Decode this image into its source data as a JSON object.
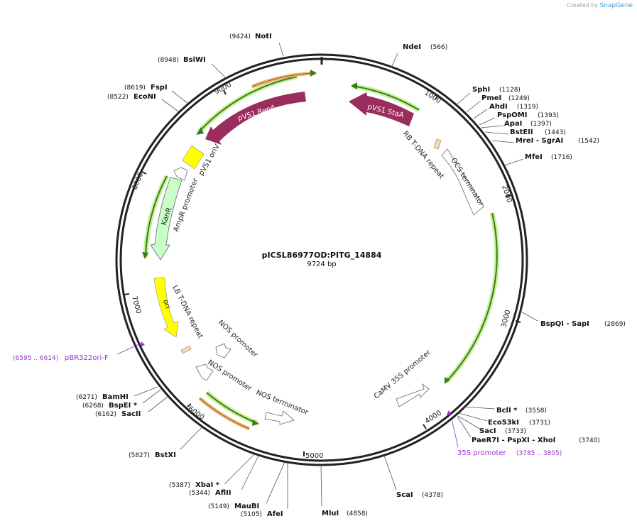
{
  "credit": {
    "prefix": "Created by",
    "brand": "SnapGene"
  },
  "plasmid": {
    "name": "pICSL86977OD:PITG_14884",
    "length_label": "9724 bp"
  },
  "ticks": [
    {
      "label": "1000"
    },
    {
      "label": "2000"
    },
    {
      "label": "3000"
    },
    {
      "label": "4000"
    },
    {
      "label": "5000"
    },
    {
      "label": "6000"
    },
    {
      "label": "7000"
    },
    {
      "label": "8000"
    },
    {
      "label": "9000"
    }
  ],
  "sites": [
    {
      "name": "NotI",
      "pos": "(9424)"
    },
    {
      "name": "NdeI",
      "pos": "(566)"
    },
    {
      "name": "BsiWI",
      "pos": "(8948)"
    },
    {
      "name": "FspI",
      "pos": "(8619)"
    },
    {
      "name": "EcoNI",
      "pos": "(8522)"
    },
    {
      "name": "SphI",
      "pos": "(1128)"
    },
    {
      "name": "PmeI",
      "pos": "(1249)"
    },
    {
      "name": "AhdI",
      "pos": "(1319)"
    },
    {
      "name": "PspOMI",
      "pos": "(1393)"
    },
    {
      "name": "ApaI",
      "pos": "(1397)"
    },
    {
      "name": "BstEII",
      "pos": "(1443)"
    },
    {
      "name": "MreI - SgrAI",
      "pos": "(1542)"
    },
    {
      "name": "MfeI",
      "pos": "(1716)"
    },
    {
      "name": "BspQI - SapI",
      "pos": "(2869)"
    },
    {
      "name": "BclI *",
      "pos": "(3558)"
    },
    {
      "name": "Eco53kI",
      "pos": "(3731)"
    },
    {
      "name": "SacI",
      "pos": "(3733)"
    },
    {
      "name": "PaeR7I - PspXI - XhoI",
      "pos": "(3740)"
    },
    {
      "name": "ScaI",
      "pos": "(4378)"
    },
    {
      "name": "MluI",
      "pos": "(4858)"
    },
    {
      "name": "AfeI",
      "pos": "(5105)"
    },
    {
      "name": "MauBI",
      "pos": "(5149)"
    },
    {
      "name": "AflII",
      "pos": "(5344)"
    },
    {
      "name": "XbaI *",
      "pos": "(5387)"
    },
    {
      "name": "BstXI",
      "pos": "(5827)"
    },
    {
      "name": "SacII",
      "pos": "(6162)"
    },
    {
      "name": "BspEI *",
      "pos": "(6268)"
    },
    {
      "name": "BamHI",
      "pos": "(6271)"
    }
  ],
  "primers": [
    {
      "name": "pBR322ori-F",
      "range": "(6595 .. 6614)"
    },
    {
      "name": "35S promoter",
      "range": "(3785 .. 3805)"
    }
  ],
  "features": [
    {
      "name": "pVS1 RepA"
    },
    {
      "name": "pVS1 StaA"
    },
    {
      "name": "pVS1 oriV"
    },
    {
      "name": "RB T-DNA repeat"
    },
    {
      "name": "OCS terminator"
    },
    {
      "name": "KanR"
    },
    {
      "name": "AmpR promoter"
    },
    {
      "name": "ori"
    },
    {
      "name": "LB T-DNA repeat"
    },
    {
      "name": "NOS promoter"
    },
    {
      "name": "NOS promoter"
    },
    {
      "name": "NOS terminator"
    },
    {
      "name": "CaMV 35S promoter"
    }
  ],
  "colors": {
    "backbone": "#222222",
    "cds": "#9b2d5e",
    "origin": "#ffff00",
    "resistance": "#c8ffc8",
    "promoter": "#ffffff",
    "orf": "#3c7a1e",
    "orf_glow": "#c7f29a",
    "primer_site": "#f0b470",
    "repeat": "#f4d8b8",
    "primer_label": "#9b30d9"
  }
}
